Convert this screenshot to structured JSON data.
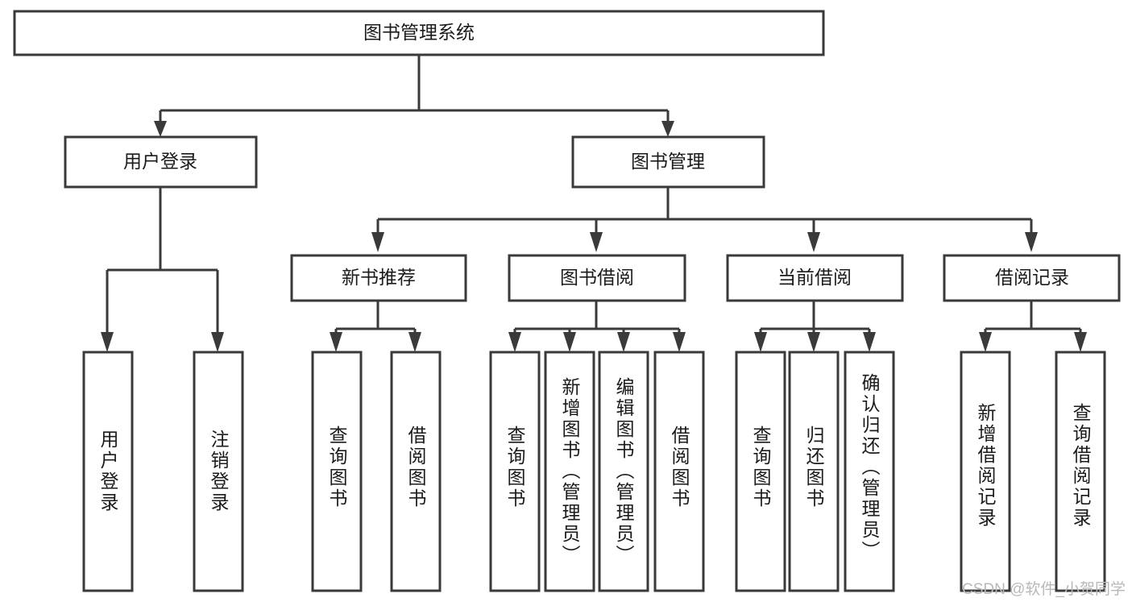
{
  "diagram": {
    "type": "hierarchy-tree",
    "title": "图书管理系统",
    "watermark": "CSDN @软件_小贺同学",
    "colors": {
      "stroke": "#3a3a3a",
      "fill": "#ffffff",
      "text": "#1b1b1b",
      "watermark": "#b8b8b8"
    },
    "nodes": {
      "root": {
        "label": "图书管理系统",
        "level": 1
      },
      "user_login": {
        "label": "用户登录",
        "level": 2
      },
      "book_manage": {
        "label": "图书管理",
        "level": 2
      },
      "new_book_rec": {
        "label": "新书推荐",
        "level": 3
      },
      "book_borrow": {
        "label": "图书借阅",
        "level": 3
      },
      "current_borrow": {
        "label": "当前借阅",
        "level": 3
      },
      "borrow_record": {
        "label": "借阅记录",
        "level": 3
      },
      "leaf_user_login": {
        "label": "用户登录",
        "level": 4
      },
      "leaf_user_logout": {
        "label": "注销登录",
        "level": 4
      },
      "leaf_query_book_1": {
        "label": "查询图书",
        "level": 4
      },
      "leaf_borrow_book_1": {
        "label": "借阅图书",
        "level": 4
      },
      "leaf_query_book_2": {
        "label": "查询图书",
        "level": 4
      },
      "leaf_add_book": {
        "label": "新增图书（管理员）",
        "level": 4
      },
      "leaf_edit_book": {
        "label": "编辑图书（管理员）",
        "level": 4
      },
      "leaf_borrow_book_2": {
        "label": "借阅图书",
        "level": 4
      },
      "leaf_query_book_3": {
        "label": "查询图书",
        "level": 4
      },
      "leaf_return_book": {
        "label": "归还图书",
        "level": 4
      },
      "leaf_confirm_return": {
        "label": "确认归还（管理员）",
        "level": 4
      },
      "leaf_add_record": {
        "label": "新增借阅记录",
        "level": 4
      },
      "leaf_query_record": {
        "label": "查询借阅记录",
        "level": 4
      }
    },
    "edges": [
      {
        "from": "root",
        "to": "user_login"
      },
      {
        "from": "root",
        "to": "book_manage"
      },
      {
        "from": "user_login",
        "to": "leaf_user_login"
      },
      {
        "from": "user_login",
        "to": "leaf_user_logout"
      },
      {
        "from": "book_manage",
        "to": "new_book_rec"
      },
      {
        "from": "book_manage",
        "to": "book_borrow"
      },
      {
        "from": "book_manage",
        "to": "current_borrow"
      },
      {
        "from": "book_manage",
        "to": "borrow_record"
      },
      {
        "from": "new_book_rec",
        "to": "leaf_query_book_1"
      },
      {
        "from": "new_book_rec",
        "to": "leaf_borrow_book_1"
      },
      {
        "from": "book_borrow",
        "to": "leaf_query_book_2"
      },
      {
        "from": "book_borrow",
        "to": "leaf_add_book"
      },
      {
        "from": "book_borrow",
        "to": "leaf_edit_book"
      },
      {
        "from": "book_borrow",
        "to": "leaf_borrow_book_2"
      },
      {
        "from": "current_borrow",
        "to": "leaf_query_book_3"
      },
      {
        "from": "current_borrow",
        "to": "leaf_return_book"
      },
      {
        "from": "current_borrow",
        "to": "leaf_confirm_return"
      },
      {
        "from": "borrow_record",
        "to": "leaf_add_record"
      },
      {
        "from": "borrow_record",
        "to": "leaf_query_record"
      }
    ]
  }
}
